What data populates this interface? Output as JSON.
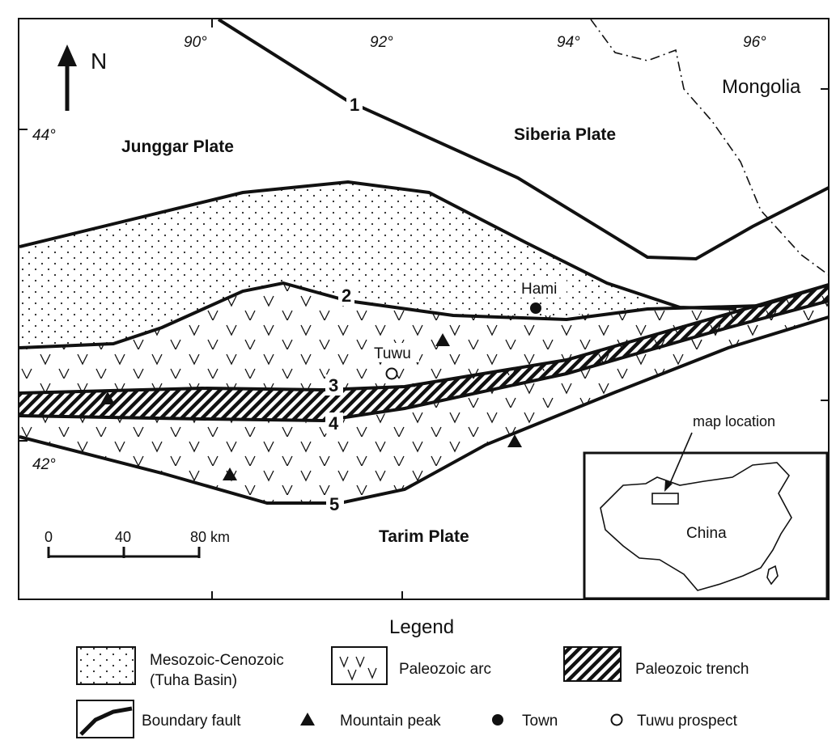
{
  "map": {
    "north_label": "N",
    "longitudes": [
      "90°",
      "92°",
      "94°",
      "96°"
    ],
    "latitudes": [
      "44°",
      "42°"
    ],
    "regions": {
      "junggar": "Junggar Plate",
      "siberia": "Siberia Plate",
      "tarim": "Tarim Plate",
      "mongolia": "Mongolia"
    },
    "fault_numbers": [
      "1",
      "2",
      "3",
      "4",
      "5"
    ],
    "places": {
      "hami": "Hami",
      "tuwu": "Tuwu"
    },
    "scale": {
      "ticks": [
        "0",
        "40",
        "80 km"
      ]
    },
    "inset": {
      "label": "map location",
      "country": "China"
    }
  },
  "legend": {
    "title": "Legend",
    "items": {
      "mesozoic_line1": "Mesozoic-Cenozoic",
      "mesozoic_line2": "(Tuha Basin)",
      "arc": "Paleozoic arc",
      "trench": "Paleozoic trench",
      "fault": "Boundary fault",
      "peak": "Mountain peak",
      "town": "Town",
      "prospect": "Tuwu prospect"
    }
  }
}
